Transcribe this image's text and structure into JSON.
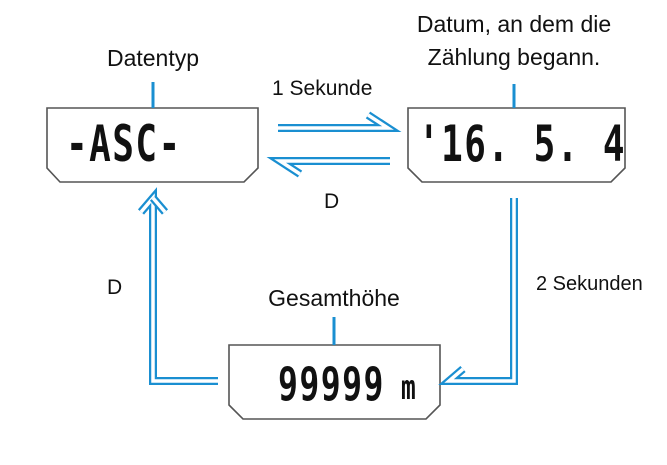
{
  "labels": {
    "data_type": "Datentyp",
    "start_date_line1": "Datum, an dem die",
    "start_date_line2": "Zählung begann.",
    "one_second": "1 Sekunde",
    "two_seconds": "2 Sekunden",
    "d_top": "D",
    "d_left": "D",
    "total_ascent": "Gesamthöhe"
  },
  "screens": {
    "type_screen": "-ASC-",
    "date_screen": "'16. 5. 4",
    "total_screen_value": "99999",
    "total_screen_unit": "m"
  },
  "colors": {
    "arrow": "#1a8fd1",
    "frame": "#555555"
  }
}
